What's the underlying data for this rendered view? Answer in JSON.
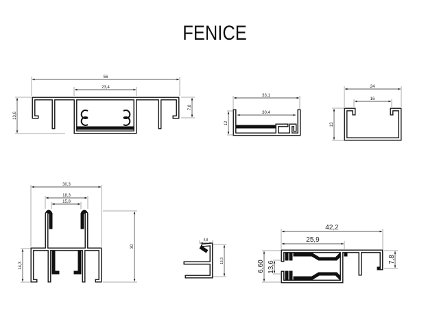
{
  "title": "FENICE",
  "profiles": {
    "p1": {
      "width": "56",
      "inner": "23,4",
      "height": "13,6",
      "side": "7,8"
    },
    "p2": {
      "width": "33,1",
      "inner": "30,4",
      "height": "12"
    },
    "p3": {
      "width": "24",
      "inner": "16",
      "height": "13"
    },
    "p4": {
      "width": "30,3",
      "inner1": "18,3",
      "inner2": "15,8",
      "height": "30",
      "base": "14,3"
    },
    "p5": {
      "width": "4,8",
      "height": "15,3"
    },
    "p6": {
      "width": "42,2",
      "inner": "25,9",
      "height": "6,60",
      "gap": "13,6",
      "side": "7,8"
    }
  }
}
